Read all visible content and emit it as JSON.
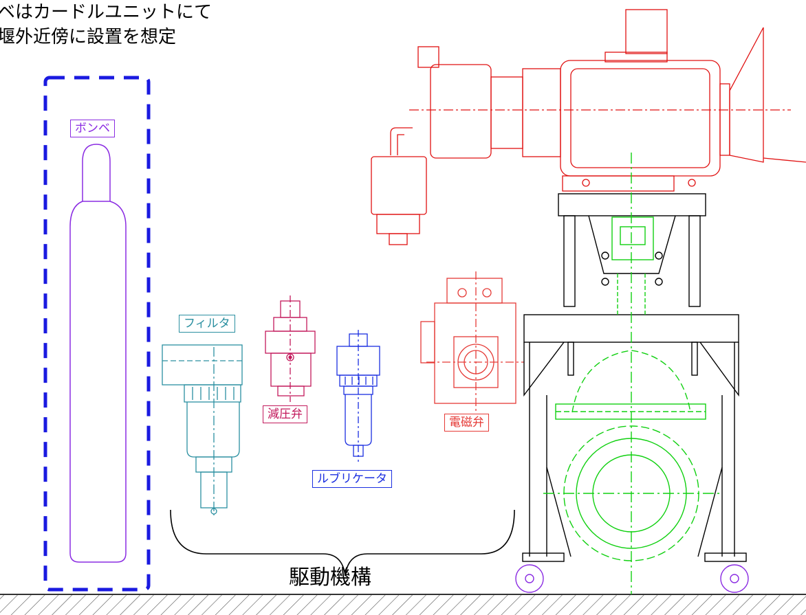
{
  "note": {
    "line1": "ンベはカードルユニットにて",
    "line2": "ク堰外近傍に設置を想定"
  },
  "labels": {
    "cylinder": "ボンベ",
    "filter": "フィルタ",
    "reducer": "減圧弁",
    "lubricator": "ルブリケータ",
    "solenoid": "電磁弁"
  },
  "caption": "駆動機構",
  "colors": {
    "cylinder": "#8a2be2",
    "filter": "#2a8fa0",
    "reducer": "#c2185b",
    "lubricator": "#1a2ee0",
    "solenoid": "#e53935",
    "actuator": "#e01010",
    "valve": "#10d010",
    "frame": "#000000",
    "dashed_box": "#1a1ae0"
  }
}
